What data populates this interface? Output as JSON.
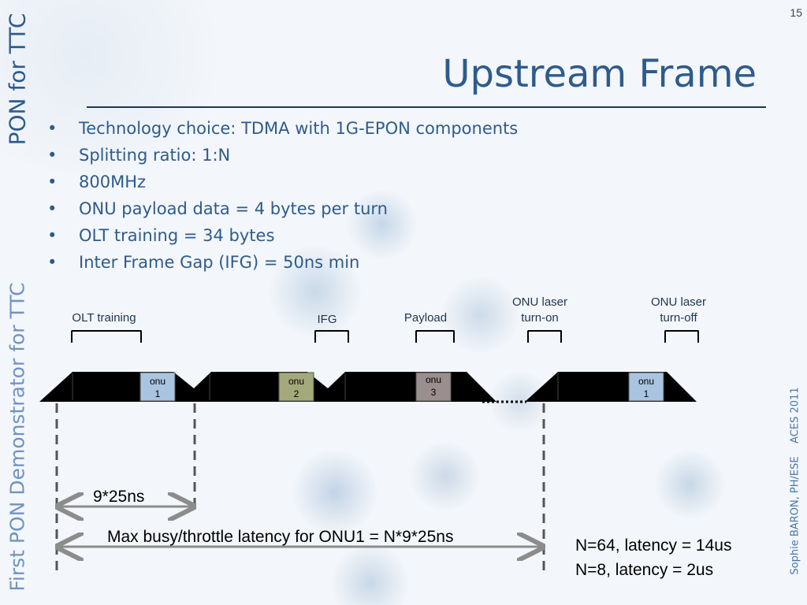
{
  "slide": {
    "page_number": "15",
    "title": "Upstream Frame",
    "side_left_top": "PON for TTC",
    "side_left_bottom": "First PON Demonstrator for TTC",
    "side_right": "Sophie BARON, PH/ESE    ACES 2011"
  },
  "bullets": [
    "Technology choice: TDMA with 1G-EPON components",
    "Splitting ratio: 1:N",
    "800MHz",
    "ONU payload data = 4 bytes per turn",
    "OLT training = 34 bytes",
    "Inter Frame Gap (IFG) = 50ns min"
  ],
  "diagram": {
    "labels": {
      "olt_training": "OLT training",
      "ifg": "IFG",
      "payload": "Payload",
      "laser_on_1": "ONU laser",
      "laser_on_2": "turn-on",
      "laser_off_1": "ONU laser",
      "laser_off_2": "turn-off"
    },
    "frames": [
      {
        "name": "onu",
        "number": "1",
        "color": "#a9c4e0"
      },
      {
        "name": "onu",
        "number": "2",
        "color": "#a3a97a"
      },
      {
        "name": "onu",
        "number": "3",
        "color": "#9a8e8e"
      },
      {
        "name": "onu",
        "number": "1",
        "color": "#a9c4e0"
      }
    ],
    "measure_short": "9*25ns",
    "measure_long": "Max busy/throttle latency for ONU1 = N*9*25ns",
    "result_1": "N=64, latency = 14us",
    "result_2": "N=8, latency = 2us"
  },
  "colors": {
    "title": "#2e5b8c",
    "frame": "#000000",
    "dashed": "#555555",
    "arrow": "#8c8c8c"
  }
}
